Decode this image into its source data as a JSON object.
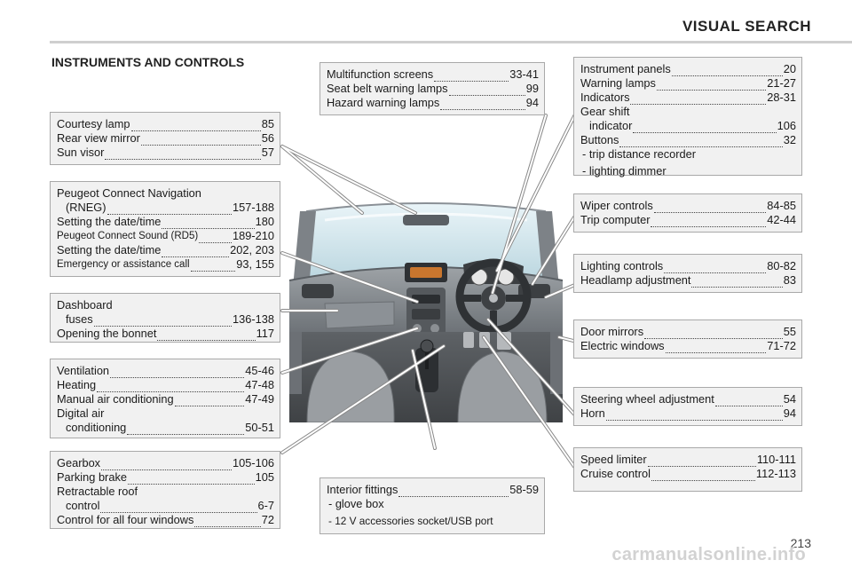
{
  "header": {
    "title": "VISUAL SEARCH"
  },
  "section": {
    "title": "INSTRUMENTS AND CONTROLS"
  },
  "boxes": {
    "courtesy": {
      "rows": [
        {
          "label": "Courtesy lamp",
          "page": "85"
        },
        {
          "label": "Rear view mirror",
          "page": "56"
        },
        {
          "label": "Sun visor",
          "page": "57"
        }
      ]
    },
    "navigation": {
      "line1": "Peugeot Connect Navigation",
      "rows": [
        {
          "label": "(RNEG)",
          "page": "157-188"
        },
        {
          "label": "Setting the date/time",
          "page": "180"
        },
        {
          "label": "Peugeot Connect Sound (RD5)",
          "page": "189-210"
        },
        {
          "label": "Setting the date/time",
          "page": "202, 203"
        },
        {
          "label": "Emergency or assistance call",
          "page": "93, 155"
        }
      ]
    },
    "dashboard": {
      "line1": "Dashboard",
      "rows": [
        {
          "label": "fuses",
          "page": "136-138"
        },
        {
          "label": "Opening the bonnet",
          "page": "117"
        }
      ]
    },
    "ventilation": {
      "rows": [
        {
          "label": "Ventilation",
          "page": "45-46"
        },
        {
          "label": "Heating",
          "page": "47-48"
        },
        {
          "label": "Manual air conditioning",
          "page": "47-49"
        }
      ],
      "line4": "Digital air",
      "row5": {
        "label": "conditioning",
        "page": "50-51"
      }
    },
    "gearbox": {
      "rows": [
        {
          "label": "Gearbox",
          "page": "105-106"
        },
        {
          "label": "Parking brake",
          "page": "105"
        }
      ],
      "line3": "Retractable roof",
      "row4": {
        "label": "control",
        "page": "6-7"
      },
      "row5": {
        "label": "Control for all four windows",
        "page": "72"
      }
    },
    "multifunction": {
      "rows": [
        {
          "label": "Multifunction screens",
          "page": "33-41"
        },
        {
          "label": "Seat belt warning lamps",
          "page": "99"
        },
        {
          "label": "Hazard warning lamps",
          "page": "94"
        }
      ]
    },
    "interior": {
      "row1": {
        "label": "Interior fittings",
        "page": "58-59"
      },
      "bullet1": "-  glove box",
      "bullet2": "-  12 V accessories socket/USB port"
    },
    "instrument": {
      "rows": [
        {
          "label": "Instrument panels",
          "page": "20"
        },
        {
          "label": "Warning lamps",
          "page": "21-27"
        },
        {
          "label": "Indicators",
          "page": "28-31"
        }
      ],
      "line4": "Gear shift",
      "row5": {
        "label": "indicator",
        "page": "106"
      },
      "row6": {
        "label": "Buttons",
        "page": "32"
      },
      "bullet1": "-  trip distance recorder",
      "bullet2": "-  lighting dimmer"
    },
    "wiper": {
      "rows": [
        {
          "label": "Wiper controls",
          "page": "84-85"
        },
        {
          "label": "Trip computer",
          "page": "42-44"
        }
      ]
    },
    "lighting": {
      "rows": [
        {
          "label": "Lighting controls",
          "page": "80-82"
        },
        {
          "label": "Headlamp adjustment",
          "page": "83"
        }
      ]
    },
    "door": {
      "rows": [
        {
          "label": "Door mirrors",
          "page": "55"
        },
        {
          "label": "Electric windows",
          "page": "71-72"
        }
      ]
    },
    "steering": {
      "rows": [
        {
          "label": "Steering wheel adjustment",
          "page": "54"
        },
        {
          "label": "Horn",
          "page": "94"
        }
      ]
    },
    "speed": {
      "rows": [
        {
          "label": "Speed limiter",
          "page": "110-111"
        },
        {
          "label": "Cruise control",
          "page": "112-113"
        }
      ]
    }
  },
  "footer": {
    "page_number": "213",
    "watermark": "carmanualsonline.info"
  },
  "colors": {
    "box_bg": "#f1f1f1",
    "box_border": "#a9a9a9",
    "leader_line": "#ffffff",
    "leader_outline": "#8a8a8a"
  }
}
